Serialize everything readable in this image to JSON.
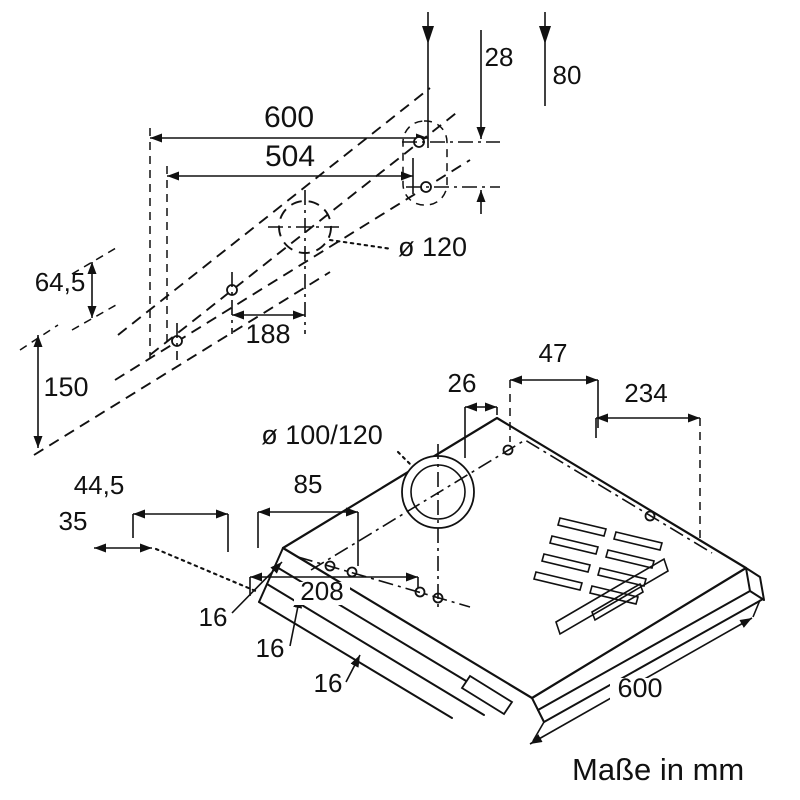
{
  "caption": "Maße in mm",
  "colors": {
    "ink": "#111111",
    "background": "#ffffff"
  },
  "mounting_template": {
    "width_mm": "600",
    "hole_spacing_mm": "504",
    "row_gap_mm": "28",
    "top_clearance_mm": "80",
    "duct_diameter": "ø 120",
    "upper_row_offset_mm": "64,5",
    "lower_edge_offset_mm": "150",
    "center_offset_mm": "188"
  },
  "hood": {
    "rear_hole_offset_mm": "47",
    "corner_hole_offset_mm": "26",
    "side_hole_offset_mm": "234",
    "duct_diameter": "ø 100/120",
    "front_offset_a_mm": "44,5",
    "front_offset_b_mm": "85",
    "front_offset_c_mm": "35",
    "hole_span_mm": "208",
    "step_a_mm": "16",
    "step_b_mm": "16",
    "step_c_mm": "16",
    "width_mm": "600"
  }
}
